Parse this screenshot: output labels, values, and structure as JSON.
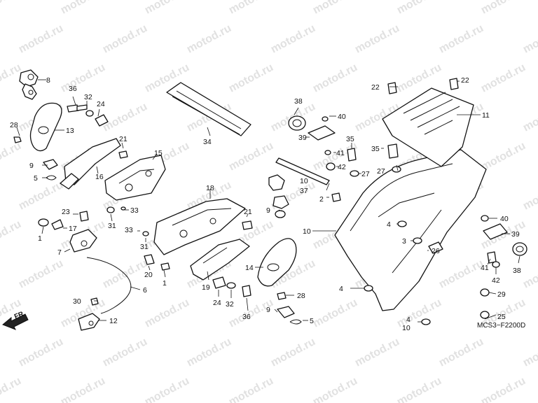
{
  "watermark": "motod.ru",
  "diagram_ref": "MCS3−F2200D",
  "front_marker": "FR.",
  "callouts": [
    "1",
    "2",
    "3",
    "4",
    "5",
    "6",
    "7",
    "8",
    "9",
    "10",
    "11",
    "12",
    "13",
    "14",
    "15",
    "16",
    "17",
    "18",
    "19",
    "20",
    "21",
    "22",
    "23",
    "24",
    "25",
    "26",
    "27",
    "28",
    "29",
    "30",
    "31",
    "32",
    "33",
    "34",
    "35",
    "36",
    "37",
    "38",
    "39",
    "40",
    "41",
    "42"
  ]
}
